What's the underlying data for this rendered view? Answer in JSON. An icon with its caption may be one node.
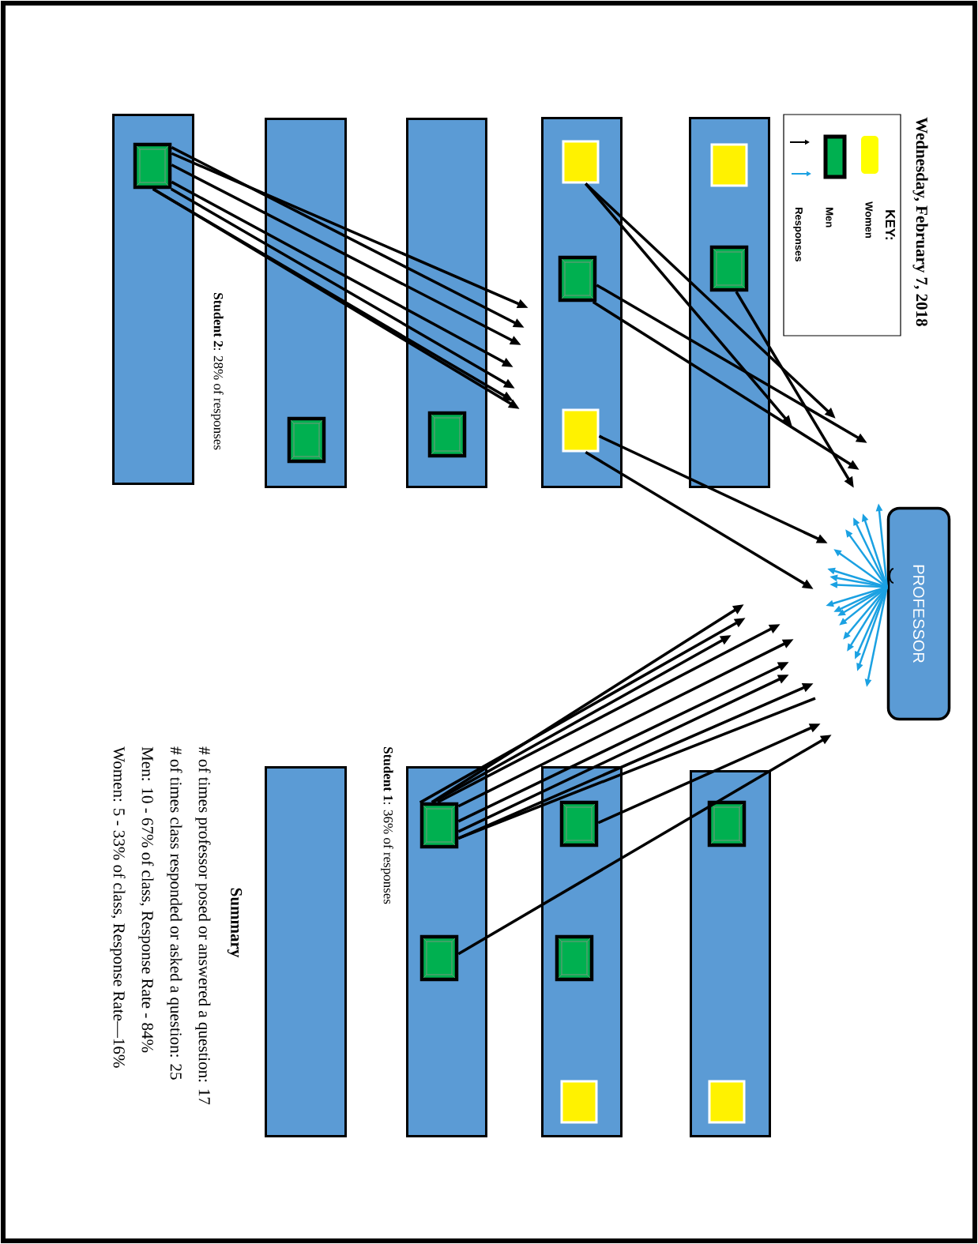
{
  "diagram": {
    "title": "Wednesday, February 7, 2018",
    "nodes": [
      {
        "text": [
          "KEY:"
        ]
      },
      {
        "text": [
          "PROFESSOR"
        ]
      },
      {
        "text": [],
        "shape": "bar"
      },
      {
        "text": [],
        "shape": "octagon",
        "in": 2
      },
      {
        "text": [],
        "shape": "box",
        "in": 2
      },
      {
        "text": [],
        "shape": "bar"
      },
      {
        "text": [],
        "shape": "octagon",
        "in": 5
      },
      {
        "text": [],
        "shape": "box",
        "in": 5
      },
      {
        "text": [],
        "shape": "octagon",
        "in": 5
      },
      {
        "text": [],
        "shape": "bar"
      },
      {
        "text": [],
        "shape": "box",
        "in": 9
      },
      {
        "text": [],
        "shape": "bar"
      },
      {
        "text": [],
        "shape": "box",
        "in": 11
      },
      {
        "text": [],
        "shape": "bar",
        "beside": [
          "**Student 2**: 28% of responses"
        ]
      },
      {
        "text": [],
        "shape": "box",
        "in": 13
      },
      {
        "text": [],
        "shape": "bar"
      },
      {
        "text": [],
        "shape": "box",
        "in": 15
      },
      {
        "text": [],
        "shape": "octagon",
        "in": 15
      },
      {
        "text": [],
        "shape": "bar"
      },
      {
        "text": [],
        "shape": "box",
        "in": 18
      },
      {
        "text": [],
        "shape": "box",
        "in": 18
      },
      {
        "text": [],
        "shape": "octagon",
        "in": 18
      },
      {
        "text": [],
        "shape": "bar",
        "beside": [
          "**Student 1**: 36% of responses"
        ]
      },
      {
        "text": [],
        "shape": "box",
        "in": 22
      },
      {
        "text": [],
        "shape": "box",
        "in": 22
      },
      {
        "text": [],
        "shape": "bar"
      }
    ],
    "edges": [
      {
        "from": 6,
        "to": null,
        "arrow": "to"
      },
      {
        "from": 6,
        "to": null,
        "arrow": "to"
      },
      {
        "from": 4,
        "to": null,
        "arrow": "to"
      },
      {
        "from": 7,
        "to": null,
        "arrow": "to"
      },
      {
        "from": 7,
        "to": null,
        "arrow": "to"
      },
      {
        "from": 8,
        "to": null,
        "arrow": "to"
      },
      {
        "from": 8,
        "to": null,
        "arrow": "to"
      },
      {
        "from": 14,
        "to": null,
        "arrow": "to"
      },
      {
        "from": 14,
        "to": null,
        "arrow": "to"
      },
      {
        "from": 14,
        "to": null,
        "arrow": "to"
      },
      {
        "from": 14,
        "to": null,
        "arrow": "to"
      },
      {
        "from": 14,
        "to": null,
        "arrow": "to"
      },
      {
        "from": 14,
        "to": null,
        "arrow": "to"
      },
      {
        "from": 14,
        "to": null,
        "arrow": "to"
      },
      {
        "from": 23,
        "to": null,
        "arrow": "to"
      },
      {
        "from": 23,
        "to": null,
        "arrow": "to"
      },
      {
        "from": 23,
        "to": null,
        "arrow": "to"
      },
      {
        "from": 23,
        "to": null,
        "arrow": "to"
      },
      {
        "from": 23,
        "to": null,
        "arrow": "to"
      },
      {
        "from": 23,
        "to": null,
        "arrow": "to"
      },
      {
        "from": 23,
        "to": null,
        "arrow": "to"
      },
      {
        "from": 23,
        "to": null,
        "arrow": "to"
      },
      {
        "from": 23,
        "to": null,
        "arrow": "none"
      },
      {
        "from": 19,
        "to": null,
        "arrow": "to"
      },
      {
        "from": 24,
        "to": null,
        "arrow": "to"
      },
      {
        "from": 1,
        "to": null,
        "arrow": "to",
        "color": "#1ba1e2"
      },
      {
        "from": 1,
        "to": null,
        "arrow": "to",
        "color": "#1ba1e2"
      },
      {
        "from": 1,
        "to": null,
        "arrow": "to",
        "color": "#1ba1e2"
      },
      {
        "from": 1,
        "to": null,
        "arrow": "to",
        "color": "#1ba1e2"
      },
      {
        "from": 1,
        "to": null,
        "arrow": "to",
        "color": "#1ba1e2"
      },
      {
        "from": 1,
        "to": null,
        "arrow": "to",
        "color": "#1ba1e2"
      },
      {
        "from": 1,
        "to": null,
        "arrow": "to",
        "color": "#1ba1e2"
      },
      {
        "from": 1,
        "to": null,
        "arrow": "to",
        "color": "#1ba1e2"
      },
      {
        "from": 1,
        "to": null,
        "arrow": "to",
        "color": "#1ba1e2"
      },
      {
        "from": 1,
        "to": null,
        "arrow": "to",
        "color": "#1ba1e2"
      },
      {
        "from": 1,
        "to": null,
        "arrow": "to",
        "color": "#1ba1e2"
      },
      {
        "from": 1,
        "to": null,
        "arrow": "to",
        "color": "#1ba1e2"
      },
      {
        "from": 1,
        "to": null,
        "arrow": "to",
        "color": "#1ba1e2"
      },
      {
        "from": 1,
        "to": null,
        "arrow": "to",
        "color": "#1ba1e2"
      },
      {
        "from": 1,
        "to": null,
        "arrow": "to",
        "color": "#1ba1e2"
      },
      {
        "from": 1,
        "to": null,
        "arrow": "to",
        "color": "#1ba1e2"
      },
      {
        "from": 1,
        "to": null,
        "arrow": "to",
        "color": "#1ba1e2"
      }
    ],
    "labels": [
      "Summary",
      "# of times professor posed or answered a question: 17",
      "# of times class responded or asked a question: 25",
      "Men: 10 - 67% of class, Response Rate - 84%",
      "Women: 5 - 33% of class, Response Rate—16%"
    ],
    "legend": [
      {
        "text": "Women",
        "color": "#ffff00"
      },
      {
        "text": "Men",
        "color": "#00b050"
      },
      {
        "text": "Responses"
      }
    ]
  }
}
